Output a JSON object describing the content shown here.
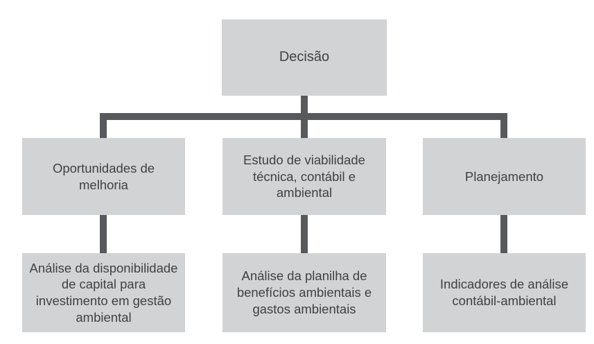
{
  "figure": {
    "type": "flowchart",
    "background_color": "#ffffff",
    "box_fill_color": "#d1d3d4",
    "connector_color": "#58595b",
    "text_color": "#414042"
  },
  "nodes": {
    "top": {
      "id": "decisao",
      "label": "Decisão"
    },
    "middle": [
      {
        "id": "oportunidades-de-melhoria",
        "label": "Oportunidades de\nmelhoria"
      },
      {
        "id": "estudo-de-viabilidade",
        "label": "Estudo de viabilidade\ntécnica, contábil e\nambiental"
      },
      {
        "id": "planejamento",
        "label": "Planejamento"
      }
    ],
    "bottom": [
      {
        "id": "analise-disponibilidade-capital",
        "label": "Análise da disponibilidade\nde capital para\ninvestimento em gestão\nambiental"
      },
      {
        "id": "analise-planilha-beneficios",
        "label": "Análise da planilha de\nbenefícios ambientais e\ngastos ambientais"
      },
      {
        "id": "indicadores-analise-contabil",
        "label": "Indicadores de análise\ncontábil-ambiental"
      }
    ]
  }
}
